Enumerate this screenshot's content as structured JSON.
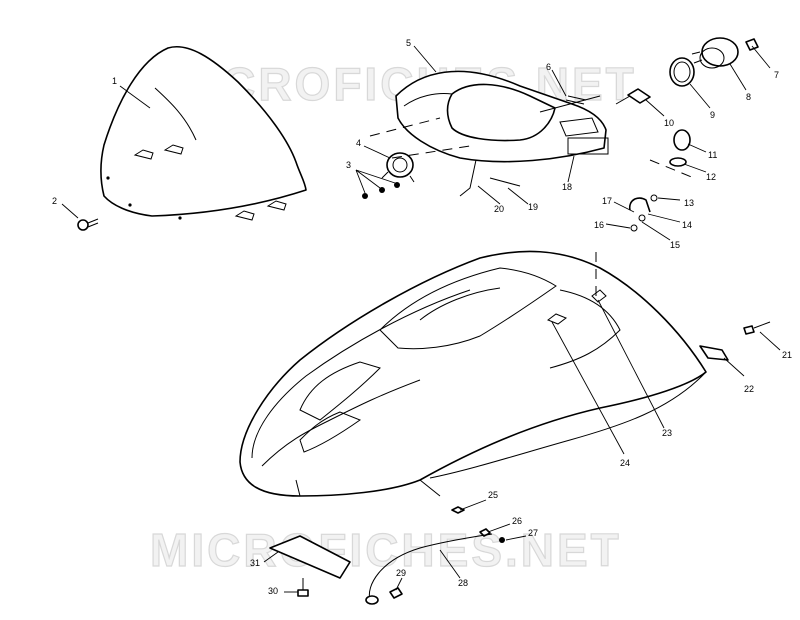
{
  "watermark": "MICROFICHES.NET",
  "callouts": [
    {
      "id": "1"
    },
    {
      "id": "2"
    },
    {
      "id": "3"
    },
    {
      "id": "4"
    },
    {
      "id": "5"
    },
    {
      "id": "6"
    },
    {
      "id": "7"
    },
    {
      "id": "8"
    },
    {
      "id": "9"
    },
    {
      "id": "10"
    },
    {
      "id": "11"
    },
    {
      "id": "12"
    },
    {
      "id": "13"
    },
    {
      "id": "14"
    },
    {
      "id": "15"
    },
    {
      "id": "16"
    },
    {
      "id": "17"
    },
    {
      "id": "18"
    },
    {
      "id": "19"
    },
    {
      "id": "20"
    },
    {
      "id": "21"
    },
    {
      "id": "22"
    },
    {
      "id": "23"
    },
    {
      "id": "24"
    },
    {
      "id": "25"
    },
    {
      "id": "26"
    },
    {
      "id": "27"
    },
    {
      "id": "28"
    },
    {
      "id": "29"
    },
    {
      "id": "30"
    },
    {
      "id": "31"
    }
  ]
}
